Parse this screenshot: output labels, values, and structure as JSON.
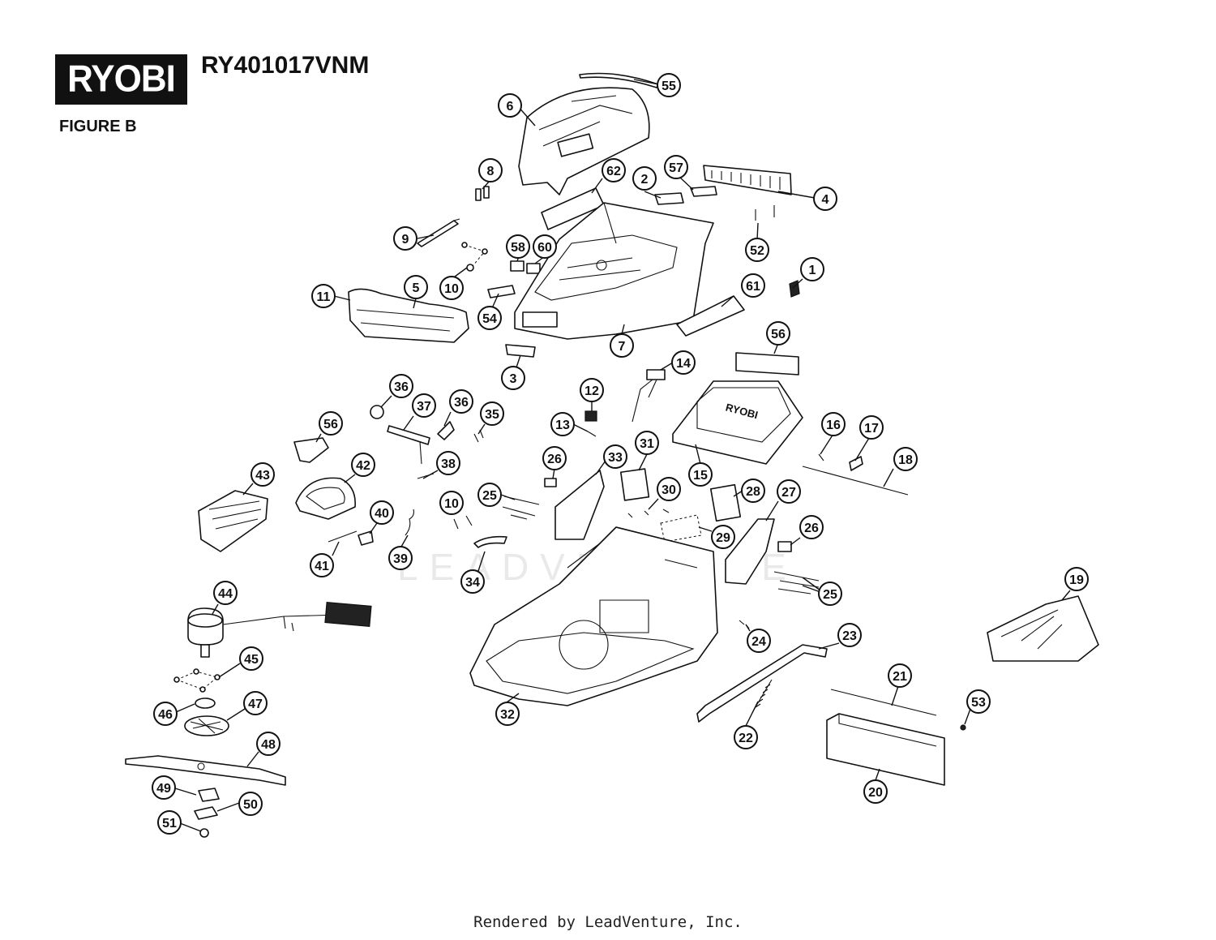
{
  "brand": "RYOBI",
  "model_number": "RY401017VNM",
  "figure_label": "FIGURE B",
  "watermark": "LEADVENTURE",
  "footer": "Rendered by LeadVenture, Inc.",
  "callouts": [
    {
      "label": "1"
    },
    {
      "label": "2"
    },
    {
      "label": "3"
    },
    {
      "label": "4"
    },
    {
      "label": "5"
    },
    {
      "label": "6"
    },
    {
      "label": "7"
    },
    {
      "label": "8"
    },
    {
      "label": "9"
    },
    {
      "label": "10"
    },
    {
      "label": "10"
    },
    {
      "label": "11"
    },
    {
      "label": "12"
    },
    {
      "label": "13"
    },
    {
      "label": "14"
    },
    {
      "label": "15"
    },
    {
      "label": "16"
    },
    {
      "label": "17"
    },
    {
      "label": "18"
    },
    {
      "label": "19"
    },
    {
      "label": "20"
    },
    {
      "label": "21"
    },
    {
      "label": "22"
    },
    {
      "label": "23"
    },
    {
      "label": "24"
    },
    {
      "label": "25"
    },
    {
      "label": "25"
    },
    {
      "label": "26"
    },
    {
      "label": "26"
    },
    {
      "label": "27"
    },
    {
      "label": "28"
    },
    {
      "label": "29"
    },
    {
      "label": "30"
    },
    {
      "label": "31"
    },
    {
      "label": "32"
    },
    {
      "label": "33"
    },
    {
      "label": "34"
    },
    {
      "label": "35"
    },
    {
      "label": "36"
    },
    {
      "label": "36"
    },
    {
      "label": "37"
    },
    {
      "label": "38"
    },
    {
      "label": "39"
    },
    {
      "label": "40"
    },
    {
      "label": "41"
    },
    {
      "label": "42"
    },
    {
      "label": "43"
    },
    {
      "label": "44"
    },
    {
      "label": "45"
    },
    {
      "label": "46"
    },
    {
      "label": "47"
    },
    {
      "label": "48"
    },
    {
      "label": "49"
    },
    {
      "label": "50"
    },
    {
      "label": "51"
    },
    {
      "label": "52"
    },
    {
      "label": "53"
    },
    {
      "label": "54"
    },
    {
      "label": "55"
    },
    {
      "label": "56"
    },
    {
      "label": "56"
    },
    {
      "label": "57"
    },
    {
      "label": "58"
    },
    {
      "label": "60"
    },
    {
      "label": "61"
    },
    {
      "label": "62"
    }
  ]
}
